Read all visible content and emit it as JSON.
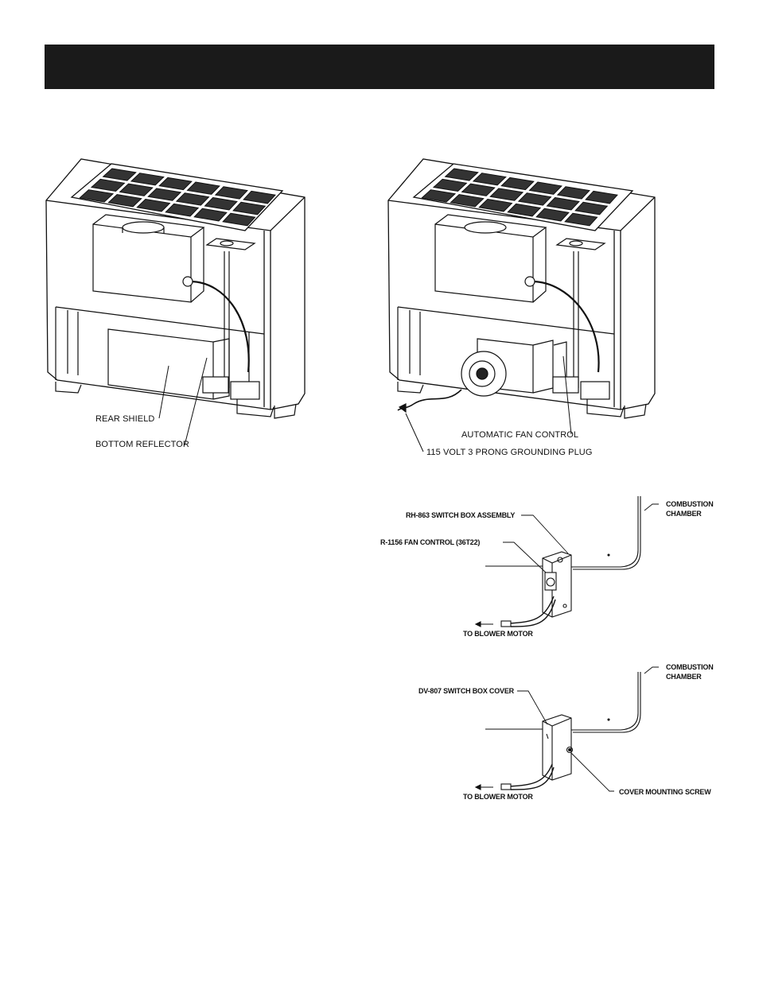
{
  "page": {
    "header_text": ""
  },
  "figure_left": {
    "labels": {
      "rear_shield": "REAR SHIELD",
      "bottom_reflector": "BOTTOM REFLECTOR"
    }
  },
  "figure_right": {
    "labels": {
      "fan_control": "AUTOMATIC FAN CONTROL",
      "plug": "115 VOLT 3 PRONG GROUNDING PLUG"
    }
  },
  "detail_switch_box": {
    "labels": {
      "combustion_line1": "COMBUSTION",
      "combustion_line2": "CHAMBER",
      "switch_box": "RH-863 SWITCH BOX ASSEMBLY",
      "fan_control": "R-1156 FAN CONTROL (36T22)",
      "blower": "TO BLOWER MOTOR"
    }
  },
  "detail_cover": {
    "labels": {
      "combustion_line1": "COMBUSTION",
      "combustion_line2": "CHAMBER",
      "cover": "DV-807 SWITCH BOX COVER",
      "blower": "TO BLOWER MOTOR",
      "screw": "COVER MOUNTING SCREW"
    }
  }
}
